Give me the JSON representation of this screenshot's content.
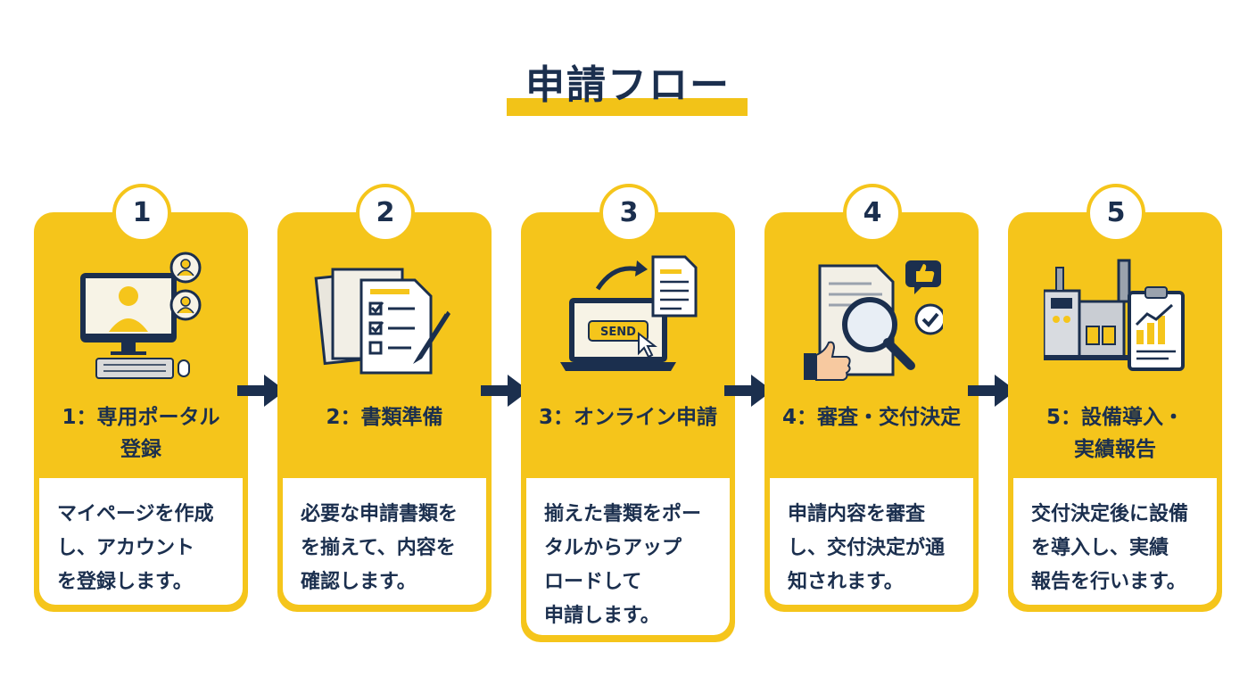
{
  "title": "申請フロー",
  "steps": [
    {
      "number": "1",
      "title": "1：専用ポータル\n登録",
      "description": "マイページを作成\nし、アカウント\nを登録します。",
      "icon": "computer-video-call-icon"
    },
    {
      "number": "2",
      "title": "2：書類準備",
      "description": "必要な申請書類を\nを揃えて、内容を\n確認します。",
      "icon": "document-checklist-icon"
    },
    {
      "number": "3",
      "title": "3：オンライン申請",
      "description": "揃えた書類をポー\nタルからアップ\nロードして\n申請します。",
      "icon": "laptop-send-icon"
    },
    {
      "number": "4",
      "title": "4：審査・交付決定",
      "description": "申請内容を審査\nし、交付決定が通\n知されます。",
      "icon": "magnifier-approval-icon"
    },
    {
      "number": "5",
      "title": "5：設備導入・\n実績報告",
      "description": "交付決定後に設備\nを導入し、実績\n報告を行います。",
      "icon": "factory-report-icon"
    }
  ],
  "colors": {
    "accent": "#f5c51b",
    "navy": "#1b2f4e"
  }
}
